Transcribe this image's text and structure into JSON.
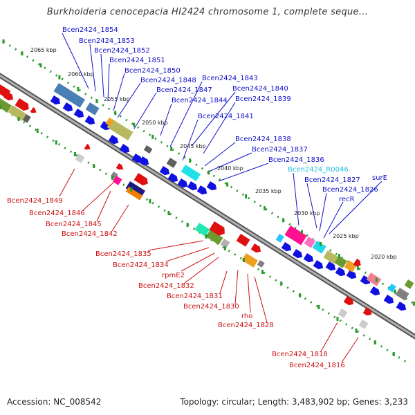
{
  "title": "Burkholderia cenocepacia HI2424 chromosome 1, complete seque...",
  "footer": {
    "accession": "Accession: NC_008542",
    "summary": "Topology: circular; Length: 3,483,902 bp; Genes: 3,233"
  },
  "colors": {
    "backbone": "#808080",
    "forward_label": "#1010c8",
    "reverse_label": "#cc1010",
    "rna_label": "#22bde0",
    "tick": "#2a9a2a"
  },
  "ticks": [
    "2065 kbp",
    "2060 kbp",
    "2055 kbp",
    "2050 kbp",
    "2045 kbp",
    "2040 kbp",
    "2035 kbp",
    "2030 kbp",
    "2025 kbp",
    "2020 kbp"
  ],
  "upper_labels": [
    "Bcen2424_1854",
    "Bcen2424_1853",
    "Bcen2424_1852",
    "Bcen2424_1851",
    "Bcen2424_1850",
    "Bcen2424_1848",
    "Bcen2424_1847",
    "Bcen2424_1844",
    "Bcen2424_1843",
    "Bcen2424_1840",
    "Bcen2424_1839",
    "Bcen2424_1841",
    "Bcen2424_1838",
    "Bcen2424_1837",
    "Bcen2424_1836",
    "Bcen2424_R0046",
    "Bcen2424_1827",
    "Bcen2424_1826",
    "surE",
    "recR"
  ],
  "lower_labels": [
    "Bcen2424_1849",
    "Bcen2424_1846",
    "Bcen2424_1845",
    "Bcen2424_1842",
    "Bcen2424_1835",
    "Bcen2424_1834",
    "rpmE2",
    "Bcen2424_1832",
    "Bcen2424_1831",
    "Bcen2424_1830",
    "rho",
    "Bcen2424_1828",
    "Bcen2424_1818",
    "Bcen2424_1816"
  ]
}
